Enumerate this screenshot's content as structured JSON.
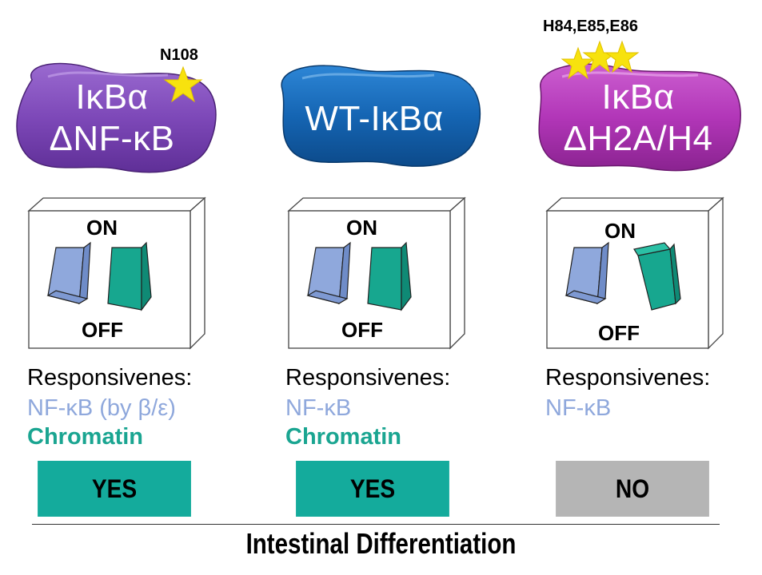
{
  "colors": {
    "blob_purple": "#7d48b8",
    "blob_blue": "#1565b3",
    "blob_magenta": "#b236b8",
    "star": "#f7e20e",
    "switch_blue": "#8fa8dc",
    "switch_teal": "#17a78f",
    "nfkb_text": "#8fa8dc",
    "chromatin_text": "#1aa591",
    "yes_bg": "#14ab9c",
    "no_bg": "#b5b5b5"
  },
  "panels": [
    {
      "blob_line1": "IκBα",
      "blob_line2": "ΔNF-κB",
      "mutation_label": "N108",
      "switch_on": "ON",
      "switch_off": "OFF",
      "resp_title": "Responsivenes:",
      "resp_nfkb": "NF-κB (by β/ε)",
      "resp_chromatin": "Chromatin",
      "verdict": "YES"
    },
    {
      "blob_line1": "WT-IκBα",
      "blob_line2": "",
      "mutation_label": "",
      "switch_on": "ON",
      "switch_off": "OFF",
      "resp_title": "Responsivenes:",
      "resp_nfkb": "NF-κB",
      "resp_chromatin": "Chromatin",
      "verdict": "YES"
    },
    {
      "blob_line1": "IκBα",
      "blob_line2": "ΔH2A/H4",
      "mutation_label": "H84,E85,E86",
      "switch_on": "ON",
      "switch_off": "OFF",
      "resp_title": "Responsivenes:",
      "resp_nfkb": "NF-κB",
      "resp_chromatin": "",
      "verdict": "NO"
    }
  ],
  "footer": {
    "title": "Intestinal Differentiation"
  }
}
